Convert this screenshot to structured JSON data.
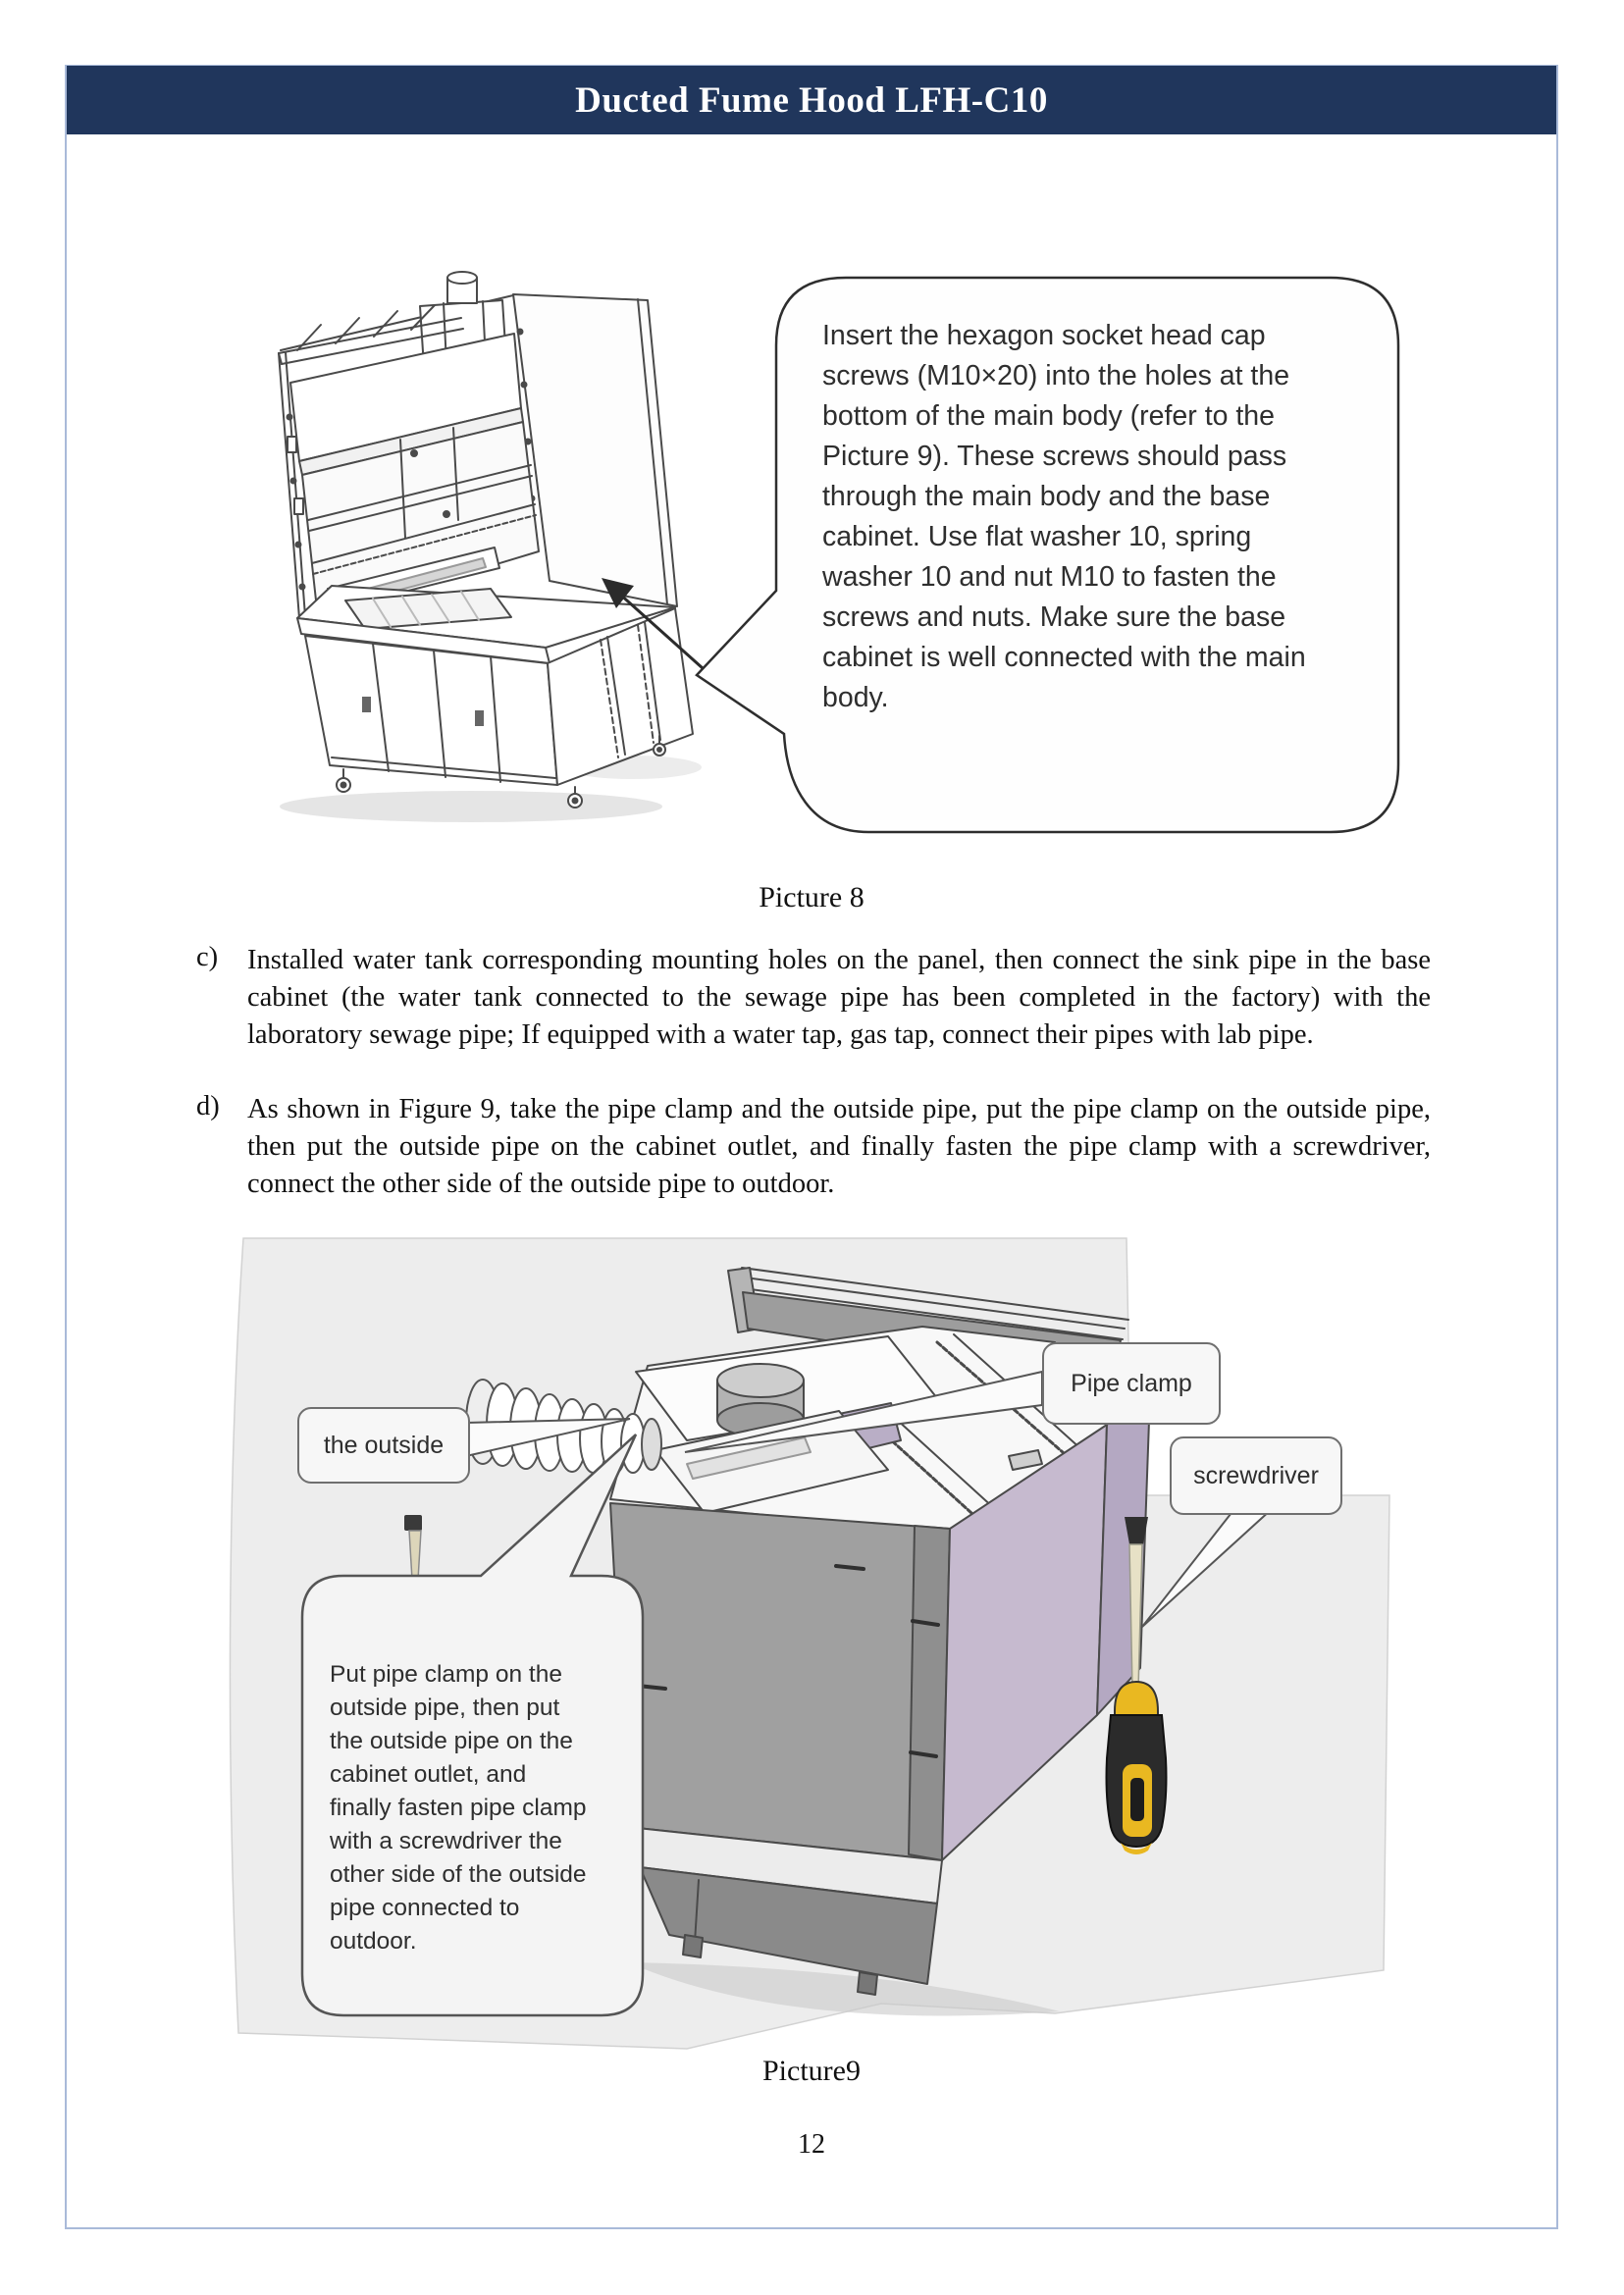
{
  "header": {
    "title": "Ducted Fume Hood LFH-C10"
  },
  "figure8": {
    "bubble_text": "Insert the hexagon socket head cap\nscrews (M10×20) into the holes at the\nbottom of the main body (refer to the\nPicture 9). These screws should pass\nthrough the main body and the base\ncabinet. Use flat washer 10, spring\nwasher 10 and nut M10 to fasten the\nscrews and nuts. Make sure the base\ncabinet is well connected with the main\nbody.",
    "caption": "Picture 8"
  },
  "instructions": {
    "item_c_marker": "c)",
    "item_c_text": "Installed water tank corresponding mounting holes on the panel, then connect the sink pipe in the base cabinet (the water tank connected to the sewage pipe has been completed in the factory) with the laboratory sewage pipe; If equipped with a water tap, gas tap, connect their pipes with lab pipe.",
    "item_d_marker": "d)",
    "item_d_text": "As shown in Figure 9, take the pipe clamp and the outside pipe, put the pipe clamp on the outside pipe, then put the outside pipe on the cabinet outlet, and finally fasten the pipe clamp with a screwdriver, connect the other side of the outside pipe to outdoor."
  },
  "figure9": {
    "label_outside": "the outside",
    "label_pipe_clamp": "Pipe clamp",
    "label_screwdriver": "screwdriver",
    "bubble_text": "Put pipe clamp on the\noutside pipe, then put\nthe outside pipe on the\ncabinet outlet, and\nfinally fasten pipe clamp\nwith a screwdriver the\nother side of the outside\npipe connected to\noutdoor.",
    "caption": "Picture9"
  },
  "page": {
    "number": "12"
  },
  "colors": {
    "header_bg": "#20365c",
    "page_border": "#a9bad9",
    "cabinet_grey": "#a0a0a0",
    "cabinet_lavender": "#c6bacf",
    "screwdriver_yellow": "#e9b821"
  }
}
